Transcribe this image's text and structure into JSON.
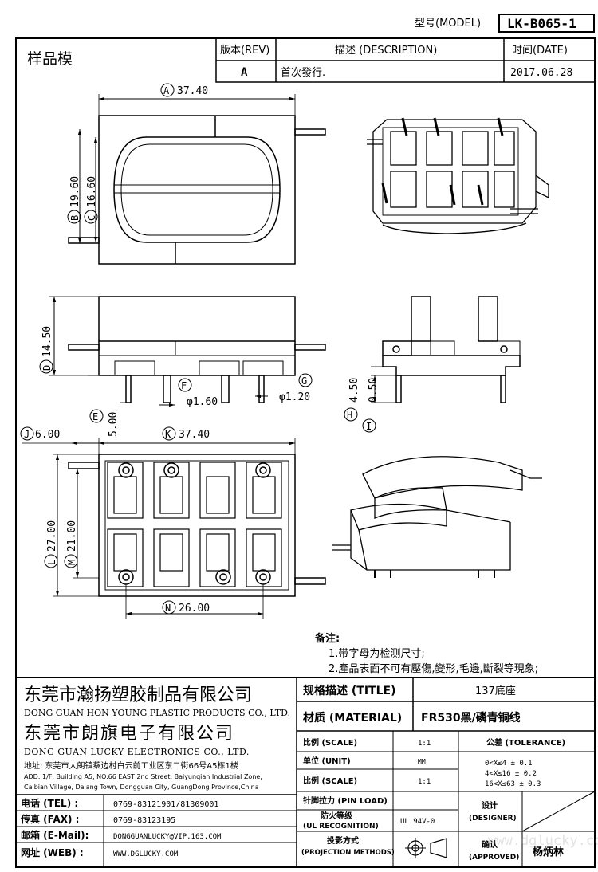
{
  "header": {
    "model_label": "型号(MODEL)",
    "model_value": "LK-B065-1",
    "sample_label": "样品模",
    "rev_label": "版本(REV)",
    "desc_label": "描述 (DESCRIPTION)",
    "date_label": "时间(DATE)",
    "rev_value": "A",
    "desc_value": "首次發行.",
    "date_value": "2017.06.28"
  },
  "dimensions": {
    "A": "37.40",
    "B": "19.60",
    "C": "16.60",
    "D": "14.50",
    "E": "5.00",
    "F": "φ1.60",
    "G": "φ1.20",
    "H": "4.50",
    "I": "0.50",
    "J": "6.00",
    "K": "37.40",
    "L": "27.00",
    "M": "21.00",
    "N": "26.00"
  },
  "notes": {
    "title": "备注:",
    "line1": "1.带字母为检测尺寸;",
    "line2": "2.產品表面不可有壓傷,變形,毛邊,斷裂等現象;"
  },
  "company": {
    "name1_cn": "东莞市瀚扬塑胶制品有限公司",
    "name1_en": "DONG GUAN HON YOUNG PLASTIC PRODUCTS CO., LTD.",
    "name2_cn": "东莞市朗旗电子有限公司",
    "name2_en": "DONG GUAN LUCKY ELECTRONICS CO., LTD.",
    "addr_cn": "地址: 东莞市大朗镇蔡边村白云前工业区东二街66号A5栋1楼",
    "addr_en1": "ADD: 1/F, Building A5, NO.66 EAST 2nd Street, Baiyunqian Industrial Zone,",
    "addr_en2": "Caibian Village, Dalang Town, Dongguan City, GuangDong Province,China"
  },
  "contacts": {
    "tel_label": "电话 (TEL) :",
    "tel_value": "0769-83121901/81309001",
    "fax_label": "传真 (FAX) :",
    "fax_value": "0769-83123195",
    "mail_label": "邮箱 (E-Mail):",
    "mail_value": "DONGGUANLUCKY@VIP.163.COM",
    "web_label": "网址 (WEB) :",
    "web_value": "WWW.DGLUCKY.COM"
  },
  "title_block": {
    "title_label": "规格描述 (TITLE)",
    "title_value": "137底座",
    "material_label": "材质 (MATERIAL)",
    "material_value": "FR530黑/磷青铜线",
    "scale_label": "比例 (SCALE)",
    "scale_value": "1:1",
    "tolerance_label": "公差 (TOLERANCE)",
    "unit_label": "单位 (UNIT)",
    "unit_value": "MM",
    "tol1": "0<X≤4    ± 0.1",
    "tol2": "4<X≤16   ± 0.2",
    "tol3": "16<X≤63  ± 0.3",
    "scale2_label": "比例 (SCALE)",
    "scale2_value": "1:1",
    "pin_label": "针脚拉力 (PIN LOAD)",
    "fire_label_cn": "防火等级",
    "fire_label_en": "(UL RECOGNITION)",
    "fire_value": "UL 94V-0",
    "proj_label_cn": "投影方式",
    "proj_label_en": "(PROJECTION METHODS)",
    "designer_label_cn": "设计",
    "designer_label_en": "(DESIGNER)",
    "approved_label_cn": "确认",
    "approved_label_en": "(APPROVED)",
    "approved_name": "杨炳林"
  },
  "watermark": "www.dglucky.com"
}
